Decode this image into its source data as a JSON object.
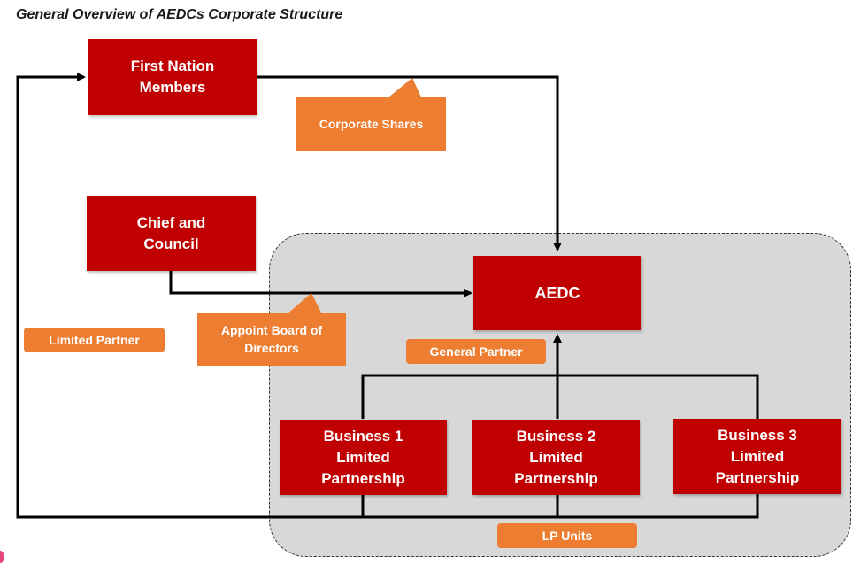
{
  "diagram": {
    "title": "General Overview of AEDCs Corporate Structure",
    "nodes": {
      "first_nation_members": {
        "label": "First Nation\nMembers"
      },
      "chief_and_council": {
        "label": "Chief and\nCouncil"
      },
      "aedc": {
        "label": "AEDC"
      },
      "business_1": {
        "label": "Business 1\nLimited\nPartnership"
      },
      "business_2": {
        "label": "Business 2\nLimited\nPartnership"
      },
      "business_3": {
        "label": "Business 3\nLimited\nPartnership"
      }
    },
    "labels": {
      "corporate_shares": "Corporate Shares",
      "appoint_board": "Appoint Board of\nDirectors",
      "limited_partner": "Limited Partner",
      "general_partner": "General Partner",
      "lp_units": "LP Units"
    },
    "colors": {
      "node_fill": "#c00000",
      "label_fill": "#ed7d31",
      "region_fill": "#d8d8d8",
      "connector": "#000000"
    }
  }
}
